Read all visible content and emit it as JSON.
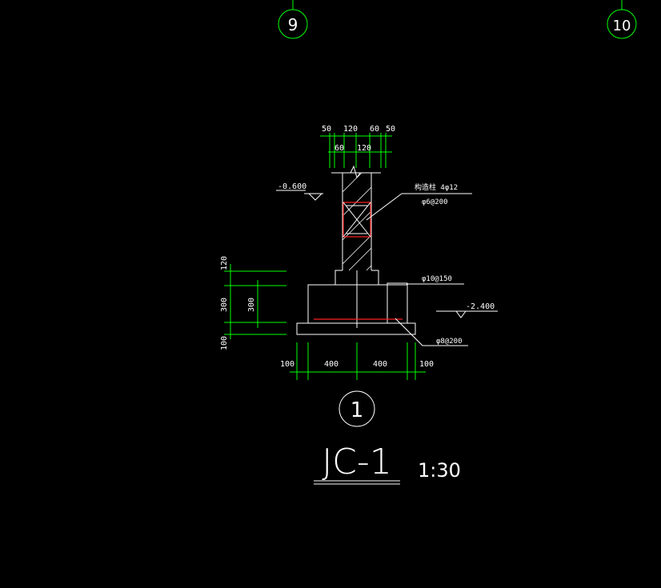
{
  "colors": {
    "background": "#000000",
    "line": "#ffffff",
    "dimension": "#00ff00",
    "rebar": "#ff2020"
  },
  "axes": {
    "left": "9",
    "right": "10"
  },
  "top_dims_upper": [
    "50",
    "120",
    "60",
    "50"
  ],
  "top_dims_lower": [
    "60",
    "120"
  ],
  "levels": {
    "top": "-0.600",
    "bottom": "-2.400"
  },
  "rebar_labels": {
    "column_main": "构造柱 4φ12",
    "column_stirrup": "φ6@200",
    "base_top": "φ10@150",
    "base_bottom": "φ8@200"
  },
  "left_dims_outer": [
    "120",
    "300",
    "100"
  ],
  "left_dims_inner": [
    "300"
  ],
  "bottom_dims": [
    "100",
    "400",
    "400",
    "100"
  ],
  "detail_number": "1",
  "drawing_title": "JC-1",
  "scale": "1:30"
}
